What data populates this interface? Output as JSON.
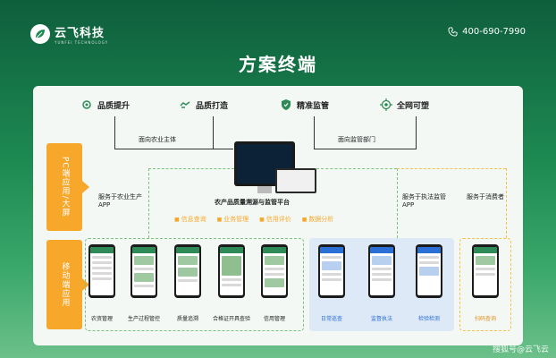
{
  "header": {
    "logo_name": "云飞科技",
    "logo_sub": "YUNFEI TECHNOLOGY",
    "phone": "400-690-7990",
    "title": "方案终端"
  },
  "features": [
    "品质提升",
    "品质打造",
    "精准监管",
    "全网可塑"
  ],
  "labels": {
    "left_target": "面向农业主体",
    "right_target": "面向监管部门",
    "platform": "农产品质量溯源与监管平台",
    "serve_producer": "服务于农业生产APP",
    "serve_enforcement": "服务于执法监管APP",
    "serve_consumer": "服务于消费者"
  },
  "side_labels": {
    "pc": "PC端应用/大屏",
    "mobile": "移动端应用"
  },
  "platform_tags": [
    "信息查询",
    "业务管理",
    "信用评价",
    "数据分析"
  ],
  "producer_apps": [
    "农资管理",
    "生产过程管控",
    "质量追溯",
    "合格证开具查验",
    "信用管理"
  ],
  "enforcement_apps": [
    "日常巡查",
    "监督执法",
    "检验检测"
  ],
  "consumer_apps": [
    "扫码查询"
  ],
  "watermark": "搜狐号@云飞云"
}
